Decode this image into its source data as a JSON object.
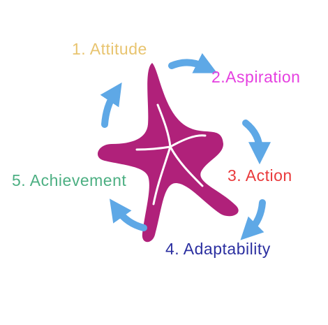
{
  "diagram": {
    "steps": [
      {
        "label": "1. Attitude",
        "color": "#e8c46f"
      },
      {
        "label": "2.Aspiration",
        "color": "#e53fe0"
      },
      {
        "label": "3. Action",
        "color": "#e93a3c"
      },
      {
        "label": "4. Adaptability",
        "color": "#2b2fa0"
      },
      {
        "label": "5. Achievement",
        "color": "#4caf82"
      }
    ],
    "starfish_icon": "starfish-icon",
    "starfish_color": "#b0217a",
    "arrow_color": "#5ea8e6",
    "arrow_count": 5
  }
}
